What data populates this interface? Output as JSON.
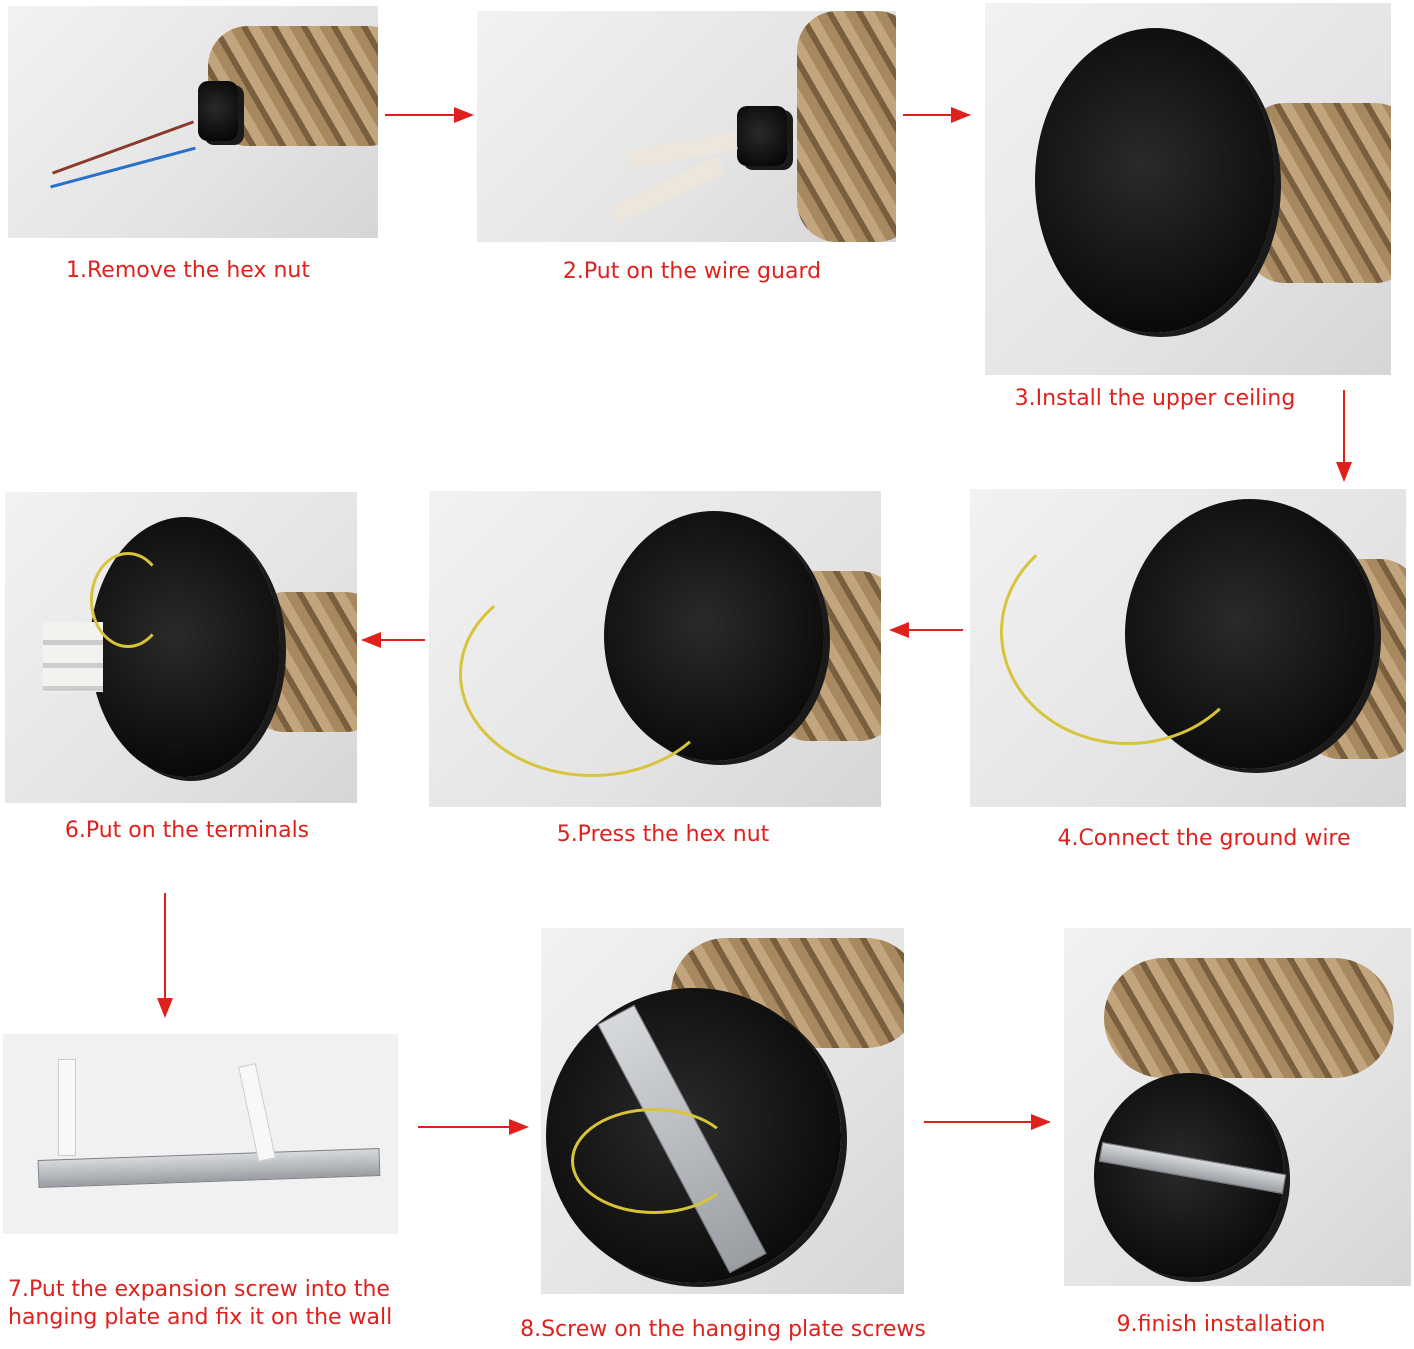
{
  "accent_color": "#e0201c",
  "steps": [
    {
      "caption": "1.Remove the hex nut"
    },
    {
      "caption": "2.Put on the wire guard"
    },
    {
      "caption": "3.Install the upper ceiling"
    },
    {
      "caption": "4.Connect the ground wire"
    },
    {
      "caption": "5.Press the hex nut"
    },
    {
      "caption": "6.Put on the terminals"
    },
    {
      "caption_line1": "7.Put the expansion screw into the",
      "caption_line2": "hanging plate and fix it on the wall"
    },
    {
      "caption": "8.Screw on the hanging plate screws"
    },
    {
      "caption": "9.finish installation"
    }
  ]
}
